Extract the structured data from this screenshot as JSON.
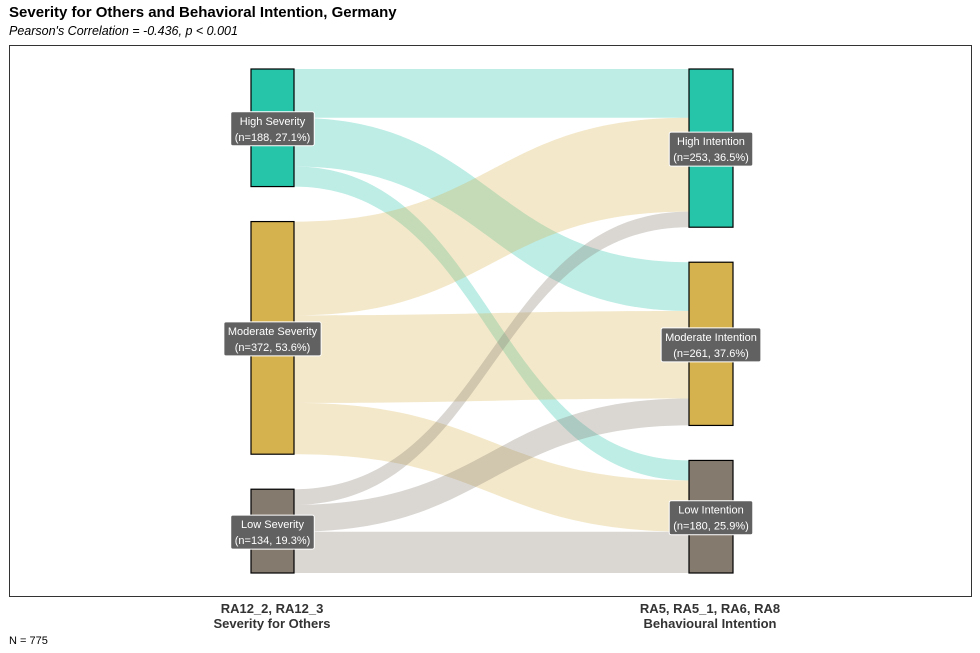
{
  "title": "Severity for Others and Behavioral Intention, Germany",
  "subtitle": "Pearson's Correlation = -0.436, p < 0.001",
  "footnote": "N = 775",
  "colors": {
    "high": "#26c4a9",
    "moderate": "#d6b24f",
    "low": "#857a6e",
    "label_bg": "#616161",
    "frame": "#333333"
  },
  "chart_data": {
    "type": "sankey",
    "axes": [
      {
        "vars": "RA12_2, RA12_3",
        "name": "Severity for Others"
      },
      {
        "vars": "RA5, RA5_1, RA6, RA8",
        "name": "Behavioural Intention"
      }
    ],
    "left_nodes": [
      {
        "key": "high",
        "label": "High Severity",
        "count_label": "(n=188, 27.1%)",
        "n": 188
      },
      {
        "key": "moderate",
        "label": "Moderate Severity",
        "count_label": "(n=372, 53.6%)",
        "n": 372
      },
      {
        "key": "low",
        "label": "Low Severity",
        "count_label": "(n=134, 19.3%)",
        "n": 134
      }
    ],
    "right_nodes": [
      {
        "key": "high",
        "label": "High Intention",
        "count_label": "(n=253, 36.5%)",
        "n": 253
      },
      {
        "key": "moderate",
        "label": "Moderate Intention",
        "count_label": "(n=261, 37.6%)",
        "n": 261
      },
      {
        "key": "low",
        "label": "Low Intention",
        "count_label": "(n=180, 25.9%)",
        "n": 180
      }
    ],
    "flows": [
      {
        "from": "high",
        "to": "high",
        "n": 78
      },
      {
        "from": "high",
        "to": "moderate",
        "n": 78
      },
      {
        "from": "high",
        "to": "low",
        "n": 32
      },
      {
        "from": "moderate",
        "to": "high",
        "n": 150
      },
      {
        "from": "moderate",
        "to": "moderate",
        "n": 140
      },
      {
        "from": "moderate",
        "to": "low",
        "n": 82
      },
      {
        "from": "low",
        "to": "high",
        "n": 25
      },
      {
        "from": "low",
        "to": "moderate",
        "n": 43
      },
      {
        "from": "low",
        "to": "low",
        "n": 66
      }
    ]
  }
}
